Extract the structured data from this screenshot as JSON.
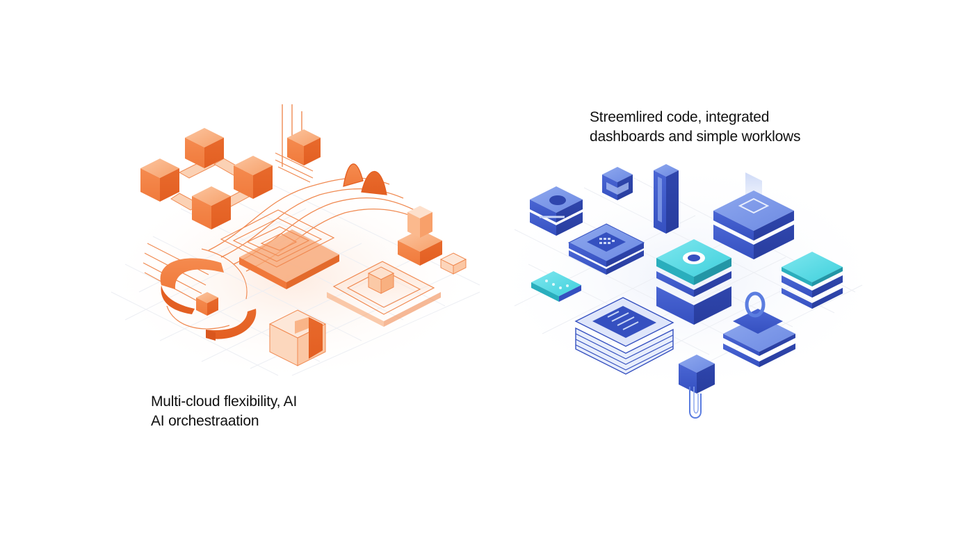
{
  "captions": {
    "left": {
      "line1": "Multi-cloud flexibility, AI",
      "line2": "AI orchestraation"
    },
    "right": {
      "line1": "Streemlired code, integrated",
      "line2": "dashboards and simple worklows"
    }
  },
  "colors": {
    "orange_primary": "#f0783a",
    "orange_light": "#f9b488",
    "orange_pale": "#fde3d2",
    "blue_primary": "#3550c0",
    "blue_mid": "#5b7de0",
    "blue_light": "#c9d6f6",
    "teal": "#3fd0dc",
    "grid": "#eef0f4"
  },
  "icons": {
    "left_cluster": [
      "linked-cubes-icon",
      "vertical-lines-cube-icon",
      "flowing-lines-icon",
      "spiral-platform-icon",
      "stacked-cubes-icon",
      "ring-orbit-icon",
      "glass-cube-icon",
      "layered-tile-icon"
    ],
    "right_cluster": [
      "server-node-icon",
      "small-cube-icon",
      "tall-pillar-icon",
      "stacked-layer-icon",
      "chip-tile-icon",
      "teal-core-stack-icon",
      "teal-keypad-icon",
      "teal-flat-stack-icon",
      "document-stack-icon",
      "ring-stack-icon",
      "cube-pin-icon"
    ]
  }
}
